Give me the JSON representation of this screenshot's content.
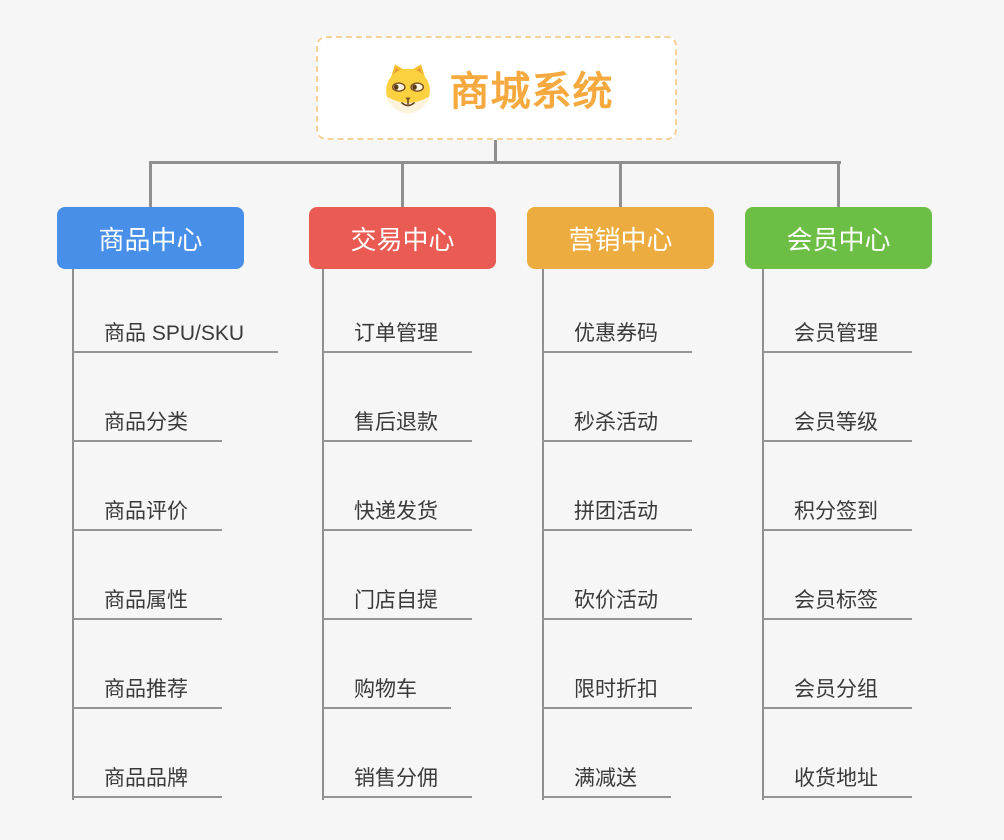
{
  "root": {
    "title": "商城系统",
    "icon": "shiba-dog-icon",
    "text_color": "#f5a93f",
    "border_color": "#f6d29b"
  },
  "branches": [
    {
      "label": "商品中心",
      "color": "#478fe8",
      "items": [
        "商品 SPU/SKU",
        "商品分类",
        "商品评价",
        "商品属性",
        "商品推荐",
        "商品品牌"
      ]
    },
    {
      "label": "交易中心",
      "color": "#e95b53",
      "items": [
        "订单管理",
        "售后退款",
        "快递发货",
        "门店自提",
        "购物车",
        "销售分佣"
      ]
    },
    {
      "label": "营销中心",
      "color": "#edac3f",
      "items": [
        "优惠券码",
        "秒杀活动",
        "拼团活动",
        "砍价活动",
        "限时折扣",
        "满减送"
      ]
    },
    {
      "label": "会员中心",
      "color": "#6cbf44",
      "items": [
        "会员管理",
        "会员等级",
        "积分签到",
        "会员标签",
        "会员分组",
        "收货地址"
      ]
    }
  ],
  "connector_color": "#8f8f8f"
}
